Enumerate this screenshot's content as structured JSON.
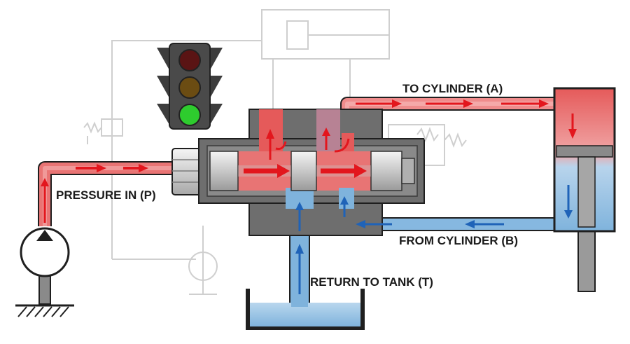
{
  "labels": {
    "to_cylinder": "TO CYLINDER (A)",
    "pressure_in": "PRESSURE IN (P)",
    "from_cylinder": "FROM CYLINDER (B)",
    "return_to_tank": "RETURN TO TANK (T)"
  },
  "traffic_light": {
    "lamps": [
      "red",
      "amber",
      "green"
    ],
    "active_lamp": "green"
  },
  "icons": [
    "traffic-light-icon",
    "pump-icon",
    "ground-hatch-icon",
    "spring-icon",
    "flow-arrow-icon"
  ],
  "colors": {
    "pressure": "#e55a5a",
    "pressure_light": "#f3a3a3",
    "return": "#7fb3dc",
    "return_light": "#b9d7ee",
    "arrow_red": "#e3161d",
    "arrow_blue": "#1f63b8",
    "valve_body": "#6e6e6e",
    "spool": "#d4d4d4",
    "lamp_red_off": "#5a1414",
    "lamp_amber_off": "#6b4c12",
    "lamp_green_on": "#2ecc2e"
  }
}
